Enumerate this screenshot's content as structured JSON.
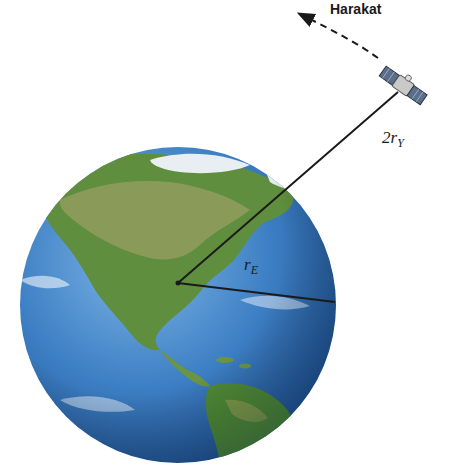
{
  "diagram": {
    "labels": [
      "Harakat",
      "2rY",
      "rE"
    ]
  }
}
